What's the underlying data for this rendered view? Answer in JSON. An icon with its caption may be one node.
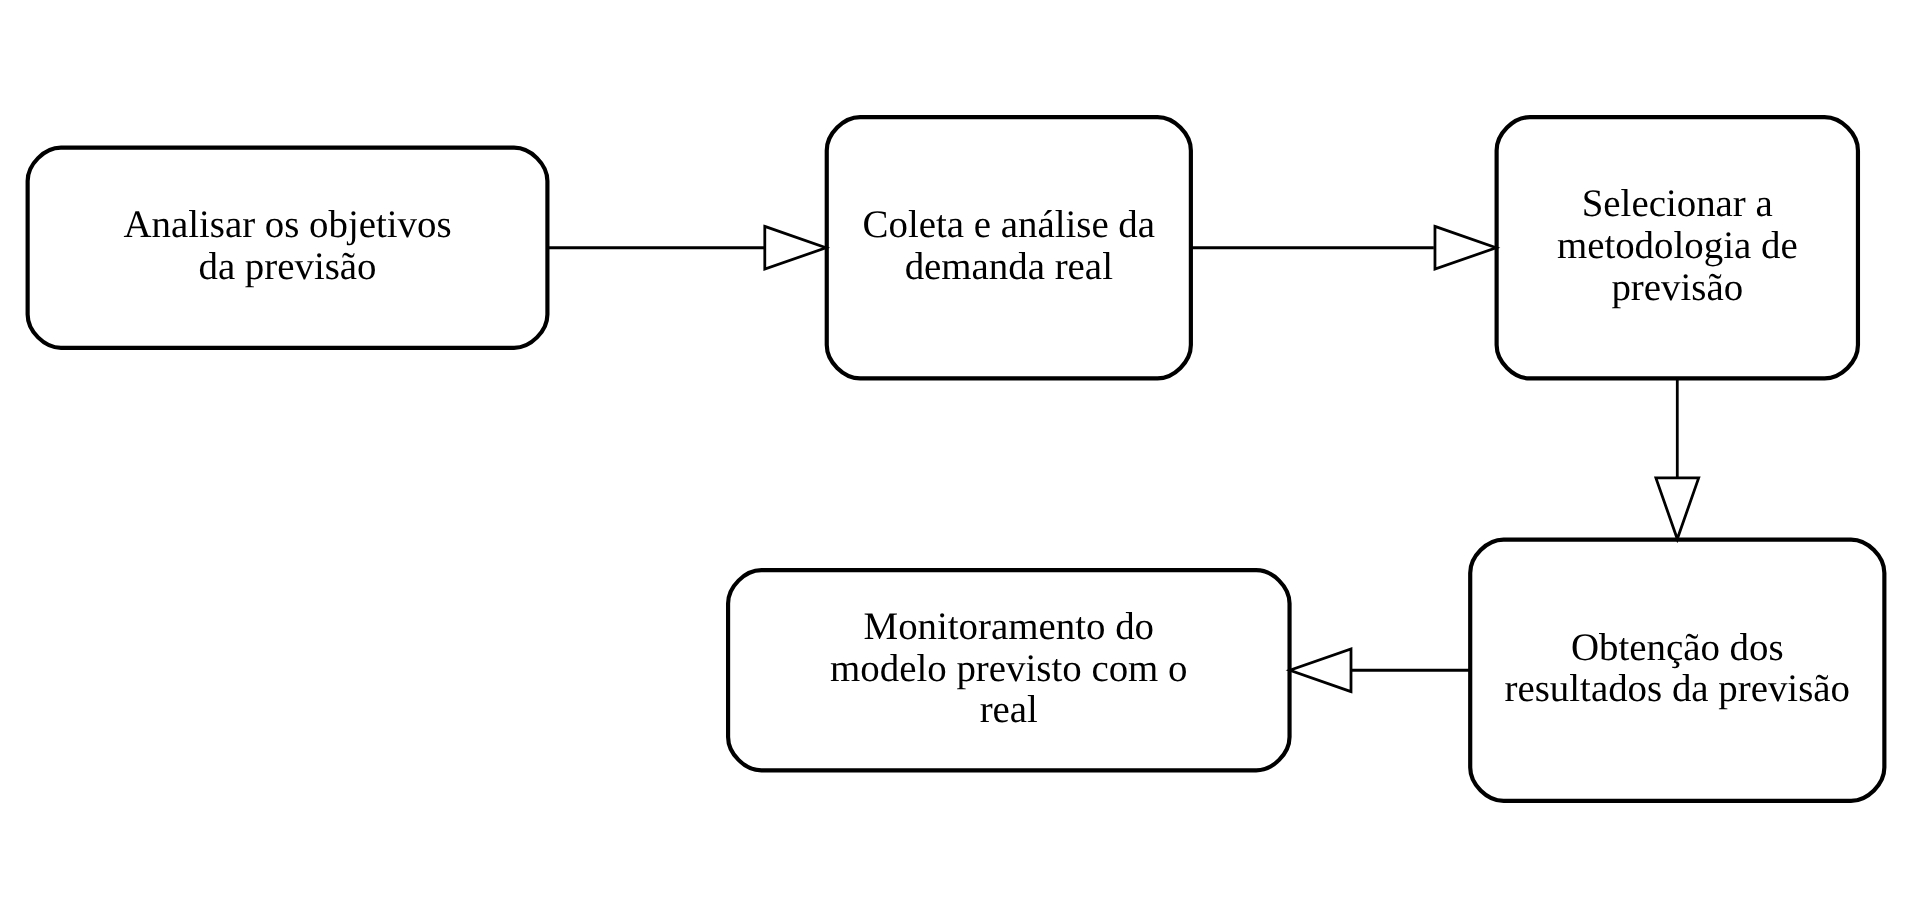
{
  "diagram": {
    "nodes": [
      {
        "text": [
          "Analisar os objetivos da previsão"
        ]
      },
      {
        "text": [
          "Coleta e análise da demanda real"
        ]
      },
      {
        "text": [
          "Selecionar a metodologia de previsão"
        ]
      },
      {
        "text": [
          "Obtenção dos resultados da previsão"
        ]
      },
      {
        "text": [
          "Monitoramento do modelo previsto com o real"
        ]
      }
    ],
    "edges": [
      {
        "from": 0,
        "to": 1,
        "arrow": "to"
      },
      {
        "from": 1,
        "to": 2,
        "arrow": "to"
      },
      {
        "from": 2,
        "to": 3,
        "arrow": "to"
      },
      {
        "from": 3,
        "to": 4,
        "arrow": "to"
      }
    ]
  }
}
